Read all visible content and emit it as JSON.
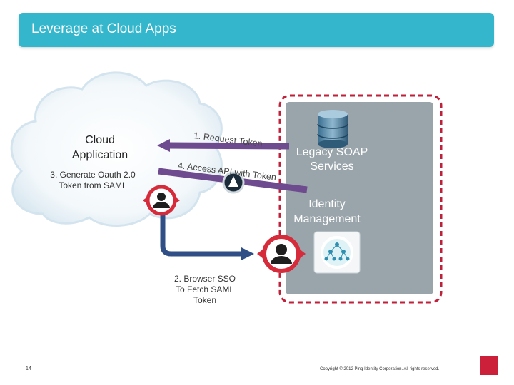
{
  "slide": {
    "title": "Leverage at Cloud Apps",
    "page_number": "14",
    "copyright": "Copyright © 2012 Ping Identity Corporation. All rights reserved."
  },
  "cloud": {
    "label_line1": "Cloud",
    "label_line2": "Application",
    "step3_line1": "3. Generate Oauth 2.0",
    "step3_line2": "Token from SAML"
  },
  "arrows": {
    "step1": "1. Request Token",
    "step4": "4. Access API with Token",
    "step2_line1": "2. Browser SSO",
    "step2_line2": "To Fetch SAML",
    "step2_line3": "Token"
  },
  "enterprise": {
    "soap_line1": "Legacy SOAP",
    "soap_line2": "Services",
    "idm_line1": "Identity",
    "idm_line2": "Management"
  },
  "colors": {
    "title_bar": "#34b7cc",
    "enterprise_panel": "#9aa5ab",
    "dashed_border": "#c0213a",
    "arrow_purple": "#6e4a8e",
    "arrow_blue": "#2f4f86",
    "target_red": "#d62b3a"
  },
  "icons": [
    "database-icon",
    "user-target-icon",
    "user-target-icon",
    "api-gear-icon",
    "identity-network-icon",
    "company-logo"
  ]
}
